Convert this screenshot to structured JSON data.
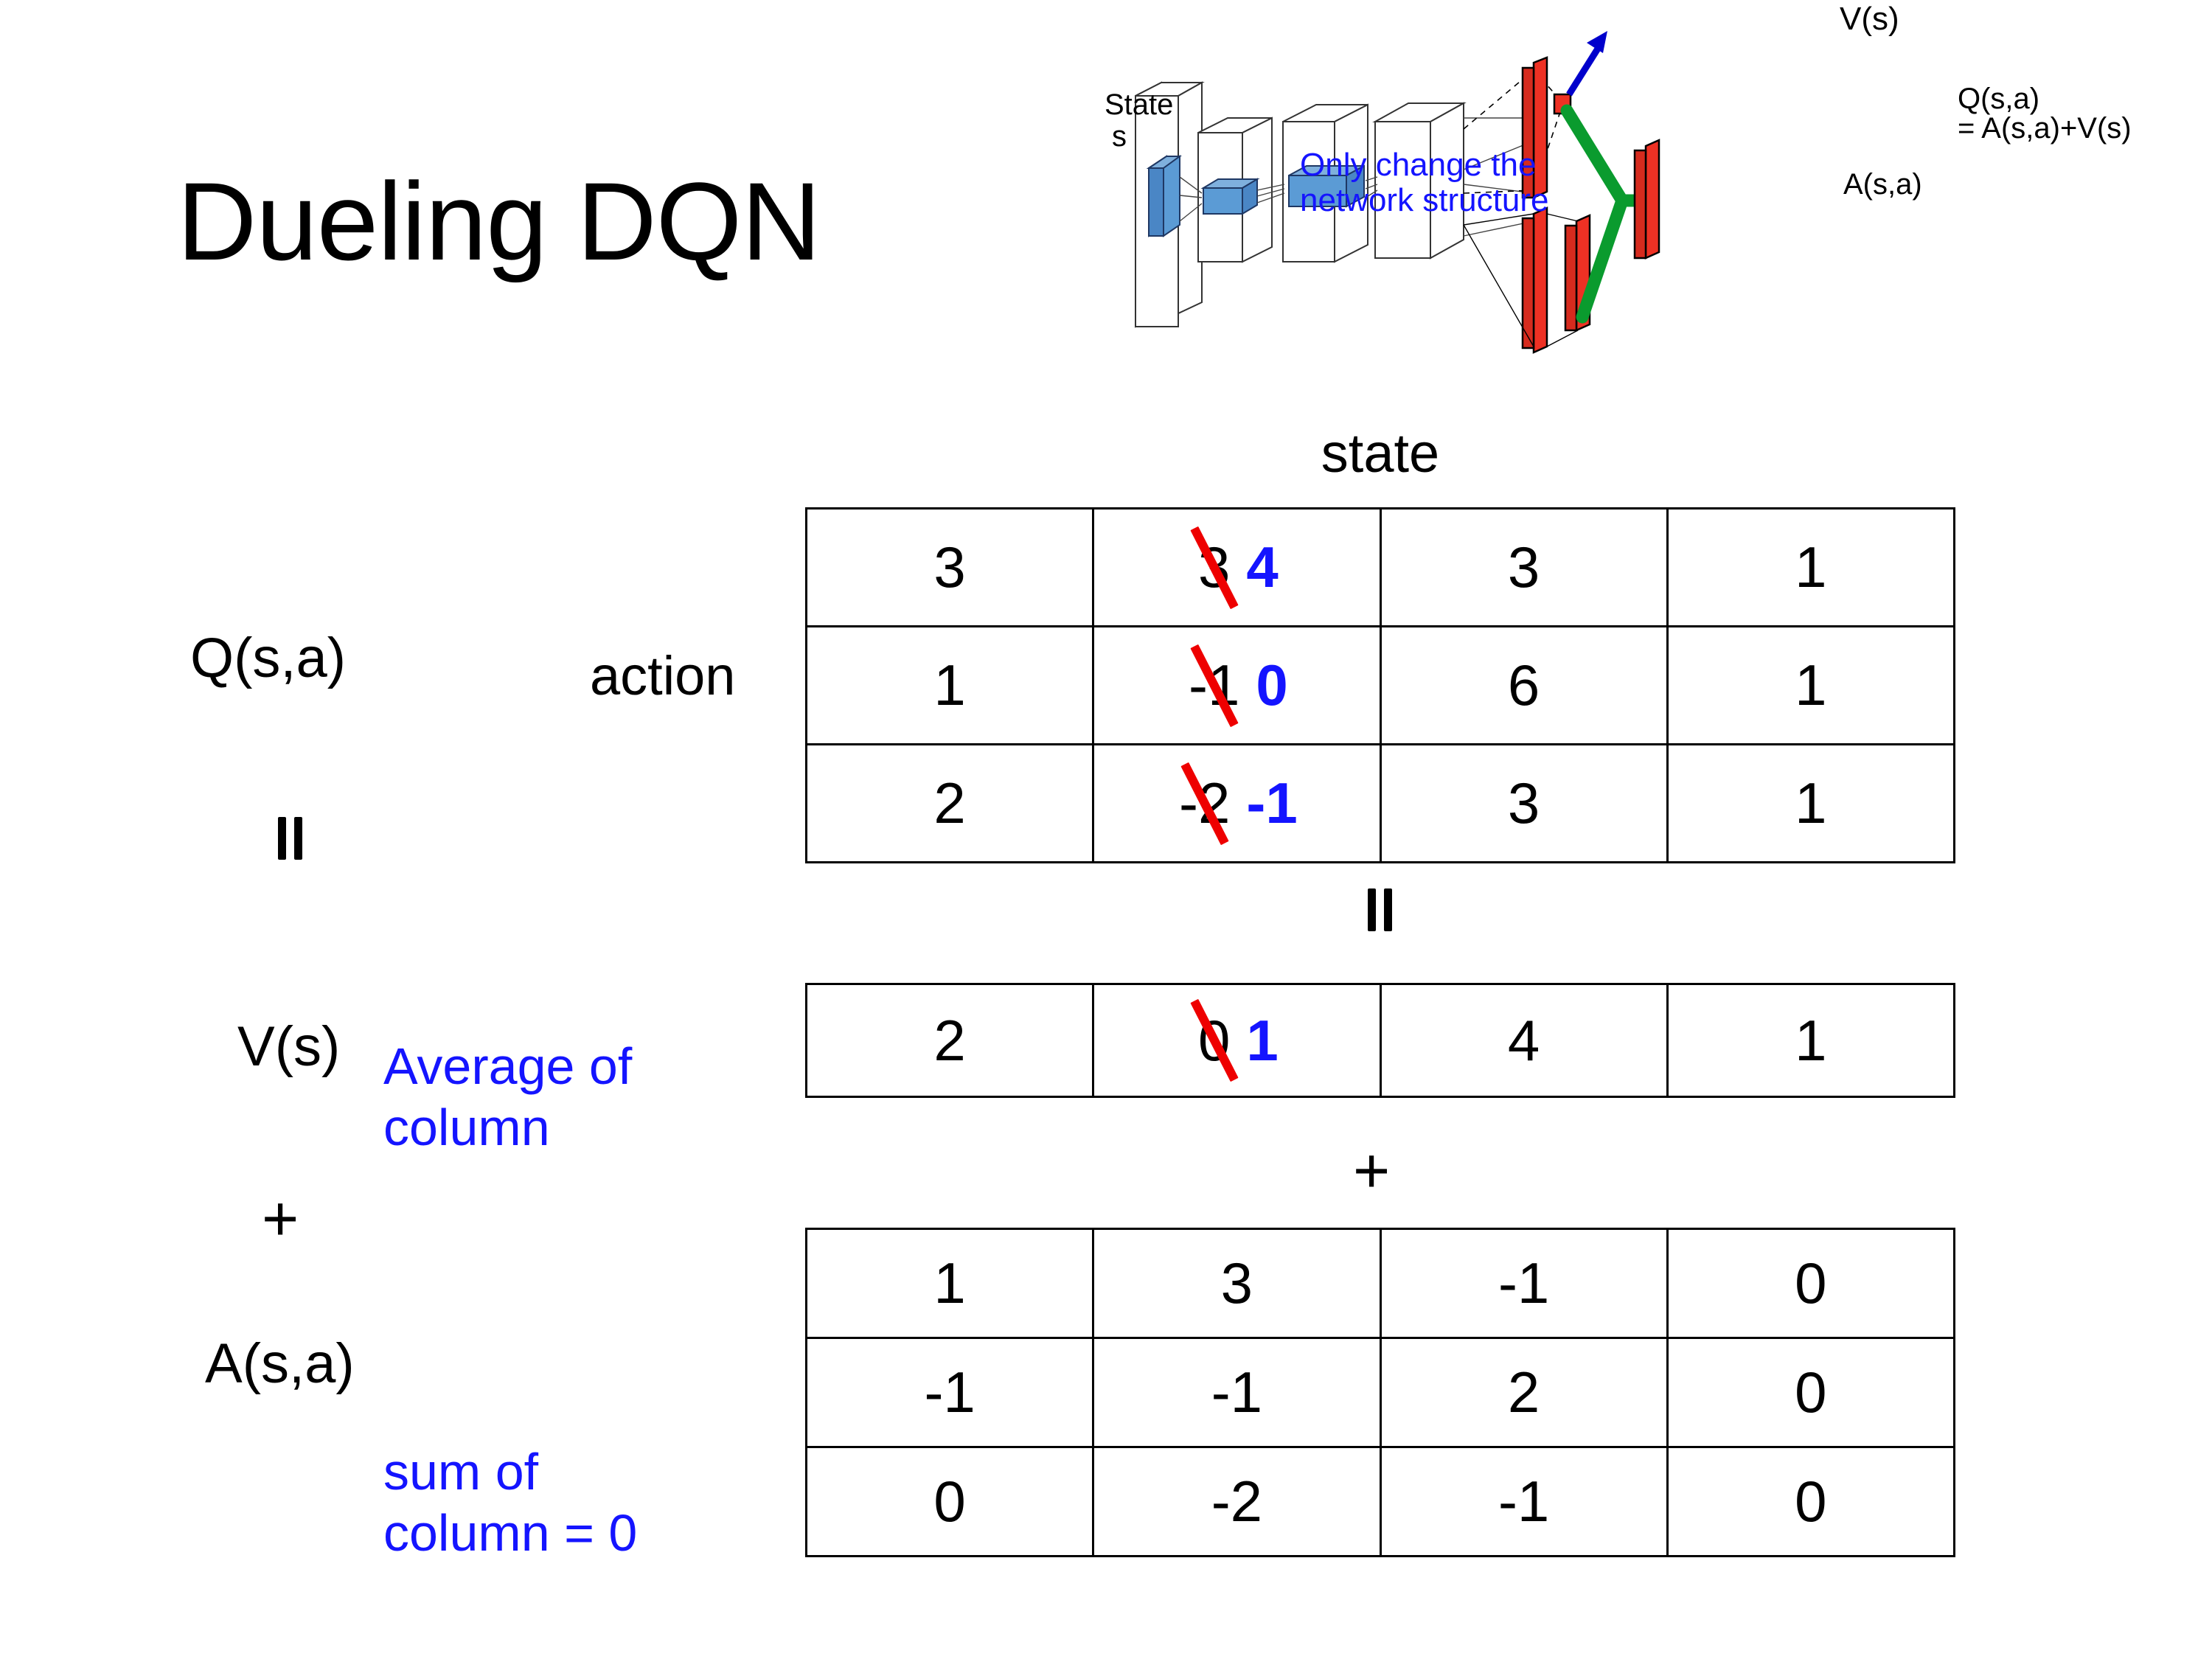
{
  "slide": {
    "title": "Dueling DQN"
  },
  "labels": {
    "q_label": "Q(s,a)",
    "v_label": "V(s)",
    "a_label": "A(s,a)",
    "action_label": "action",
    "state_caption": "state",
    "equals_left": "=",
    "equals_middle": "=",
    "plus_left": "+",
    "plus_middle": "+"
  },
  "notes": {
    "average_of_column": "Average of\ncolumn",
    "sum_of_column": "sum of\ncolumn = 0"
  },
  "diagram": {
    "state_label": "State",
    "state_symbol": "s",
    "v_output": "V(s)",
    "a_output": "A(s,a)",
    "q_output_line1": "Q(s,a)",
    "q_output_line2": "= A(s,a)+V(s)",
    "caption_line1": "Only change the",
    "caption_line2": "network structure",
    "colors": {
      "blue_text": "#1414ff",
      "red_block": "#ee3124",
      "green_link": "#0a9b2e",
      "blue_block": "#5b9bd5",
      "arrow_blue": "#0000cc"
    }
  },
  "chart_data": {
    "type": "table",
    "title": "Dueling DQN value / advantage decomposition",
    "tables": [
      {
        "name": "Q(s,a)",
        "row_axis": "action",
        "col_axis": "state",
        "rows": 3,
        "cols": 4,
        "values": [
          [
            "3",
            "3",
            "3",
            "1"
          ],
          [
            "1",
            "-1",
            "6",
            "1"
          ],
          [
            "2",
            "-2",
            "3",
            "1"
          ]
        ],
        "edits": [
          {
            "row": 0,
            "col": 1,
            "old": "3",
            "new": "4"
          },
          {
            "row": 1,
            "col": 1,
            "old": "-1",
            "new": "0"
          },
          {
            "row": 2,
            "col": 1,
            "old": "-2",
            "new": "-1"
          }
        ]
      },
      {
        "name": "V(s)",
        "rows": 1,
        "cols": 4,
        "values": [
          [
            "2",
            "0",
            "4",
            "1"
          ]
        ],
        "edits": [
          {
            "row": 0,
            "col": 1,
            "old": "0",
            "new": "1"
          }
        ]
      },
      {
        "name": "A(s,a)",
        "rows": 3,
        "cols": 4,
        "values": [
          [
            "1",
            "3",
            "-1",
            "0"
          ],
          [
            "-1",
            "-1",
            "2",
            "0"
          ],
          [
            "0",
            "-2",
            "-1",
            "0"
          ]
        ],
        "edits": []
      }
    ]
  }
}
